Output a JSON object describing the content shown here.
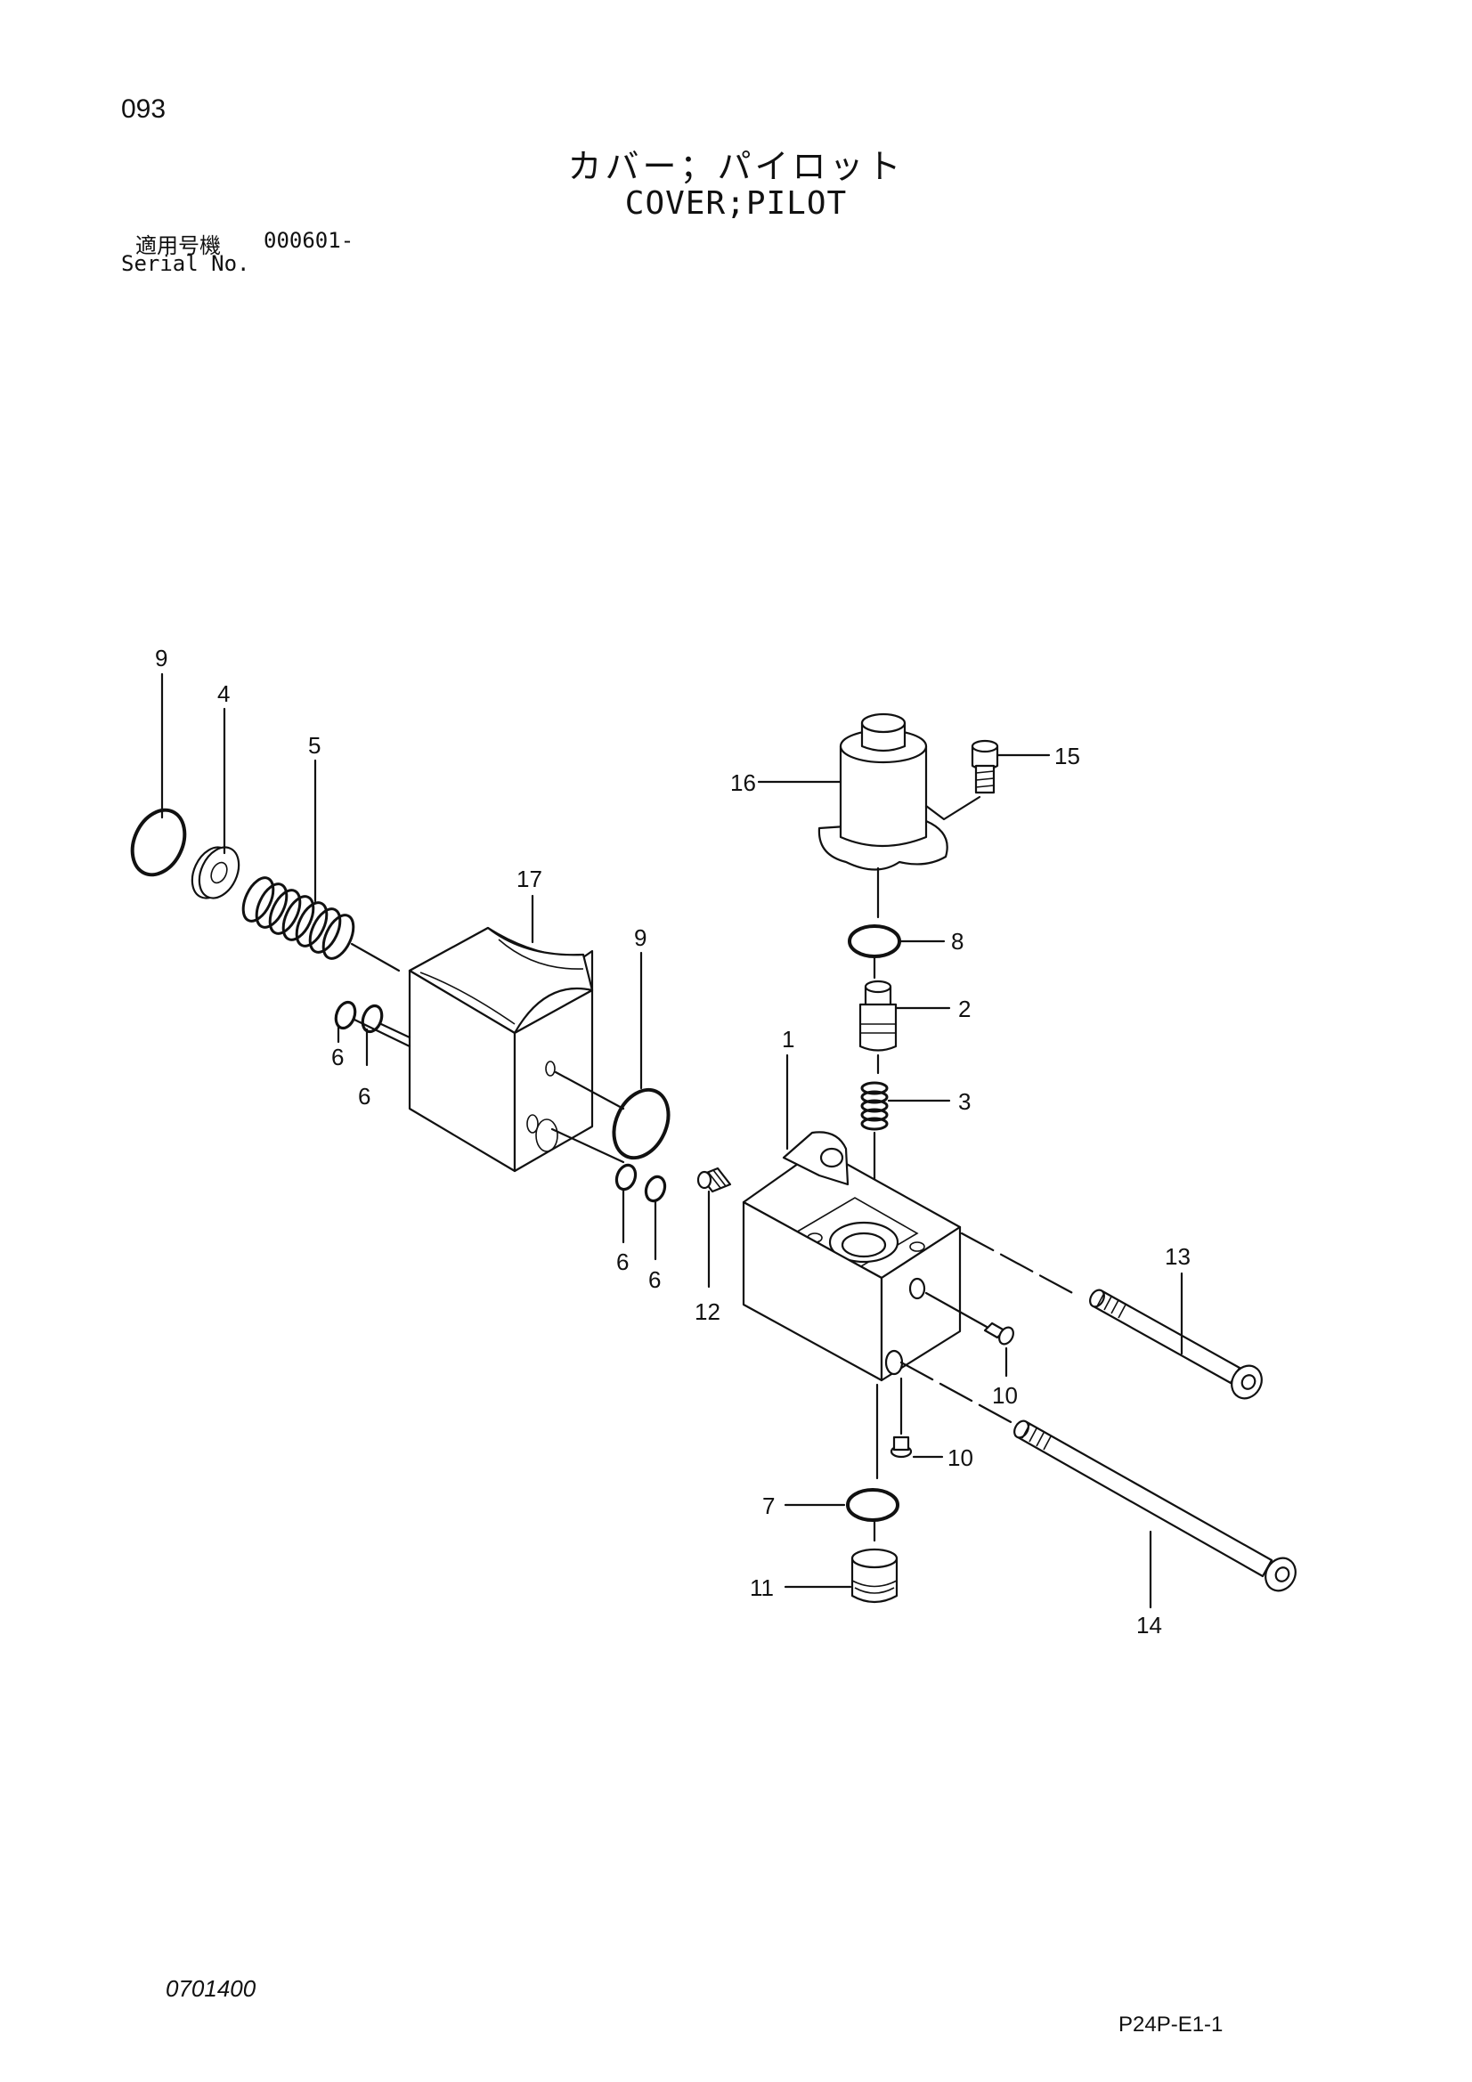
{
  "page_number": "093",
  "title_jp": "カバー；パイロット",
  "title_en": "COVER;PILOT",
  "serial": {
    "label_jp": "適用号機",
    "value": "000601-",
    "label_en": "Serial No."
  },
  "callouts": {
    "c1": "1",
    "c2": "2",
    "c3": "3",
    "c4": "4",
    "c5": "5",
    "c6a": "6",
    "c6b": "6",
    "c6c": "6",
    "c6d": "6",
    "c7": "7",
    "c8": "8",
    "c9a": "9",
    "c9b": "9",
    "c10a": "10",
    "c10b": "10",
    "c11": "11",
    "c12": "12",
    "c13": "13",
    "c14": "14",
    "c15": "15",
    "c16": "16",
    "c17": "17"
  },
  "footer": {
    "doc_code": "0701400",
    "page_code": "P24P-E1-1"
  }
}
